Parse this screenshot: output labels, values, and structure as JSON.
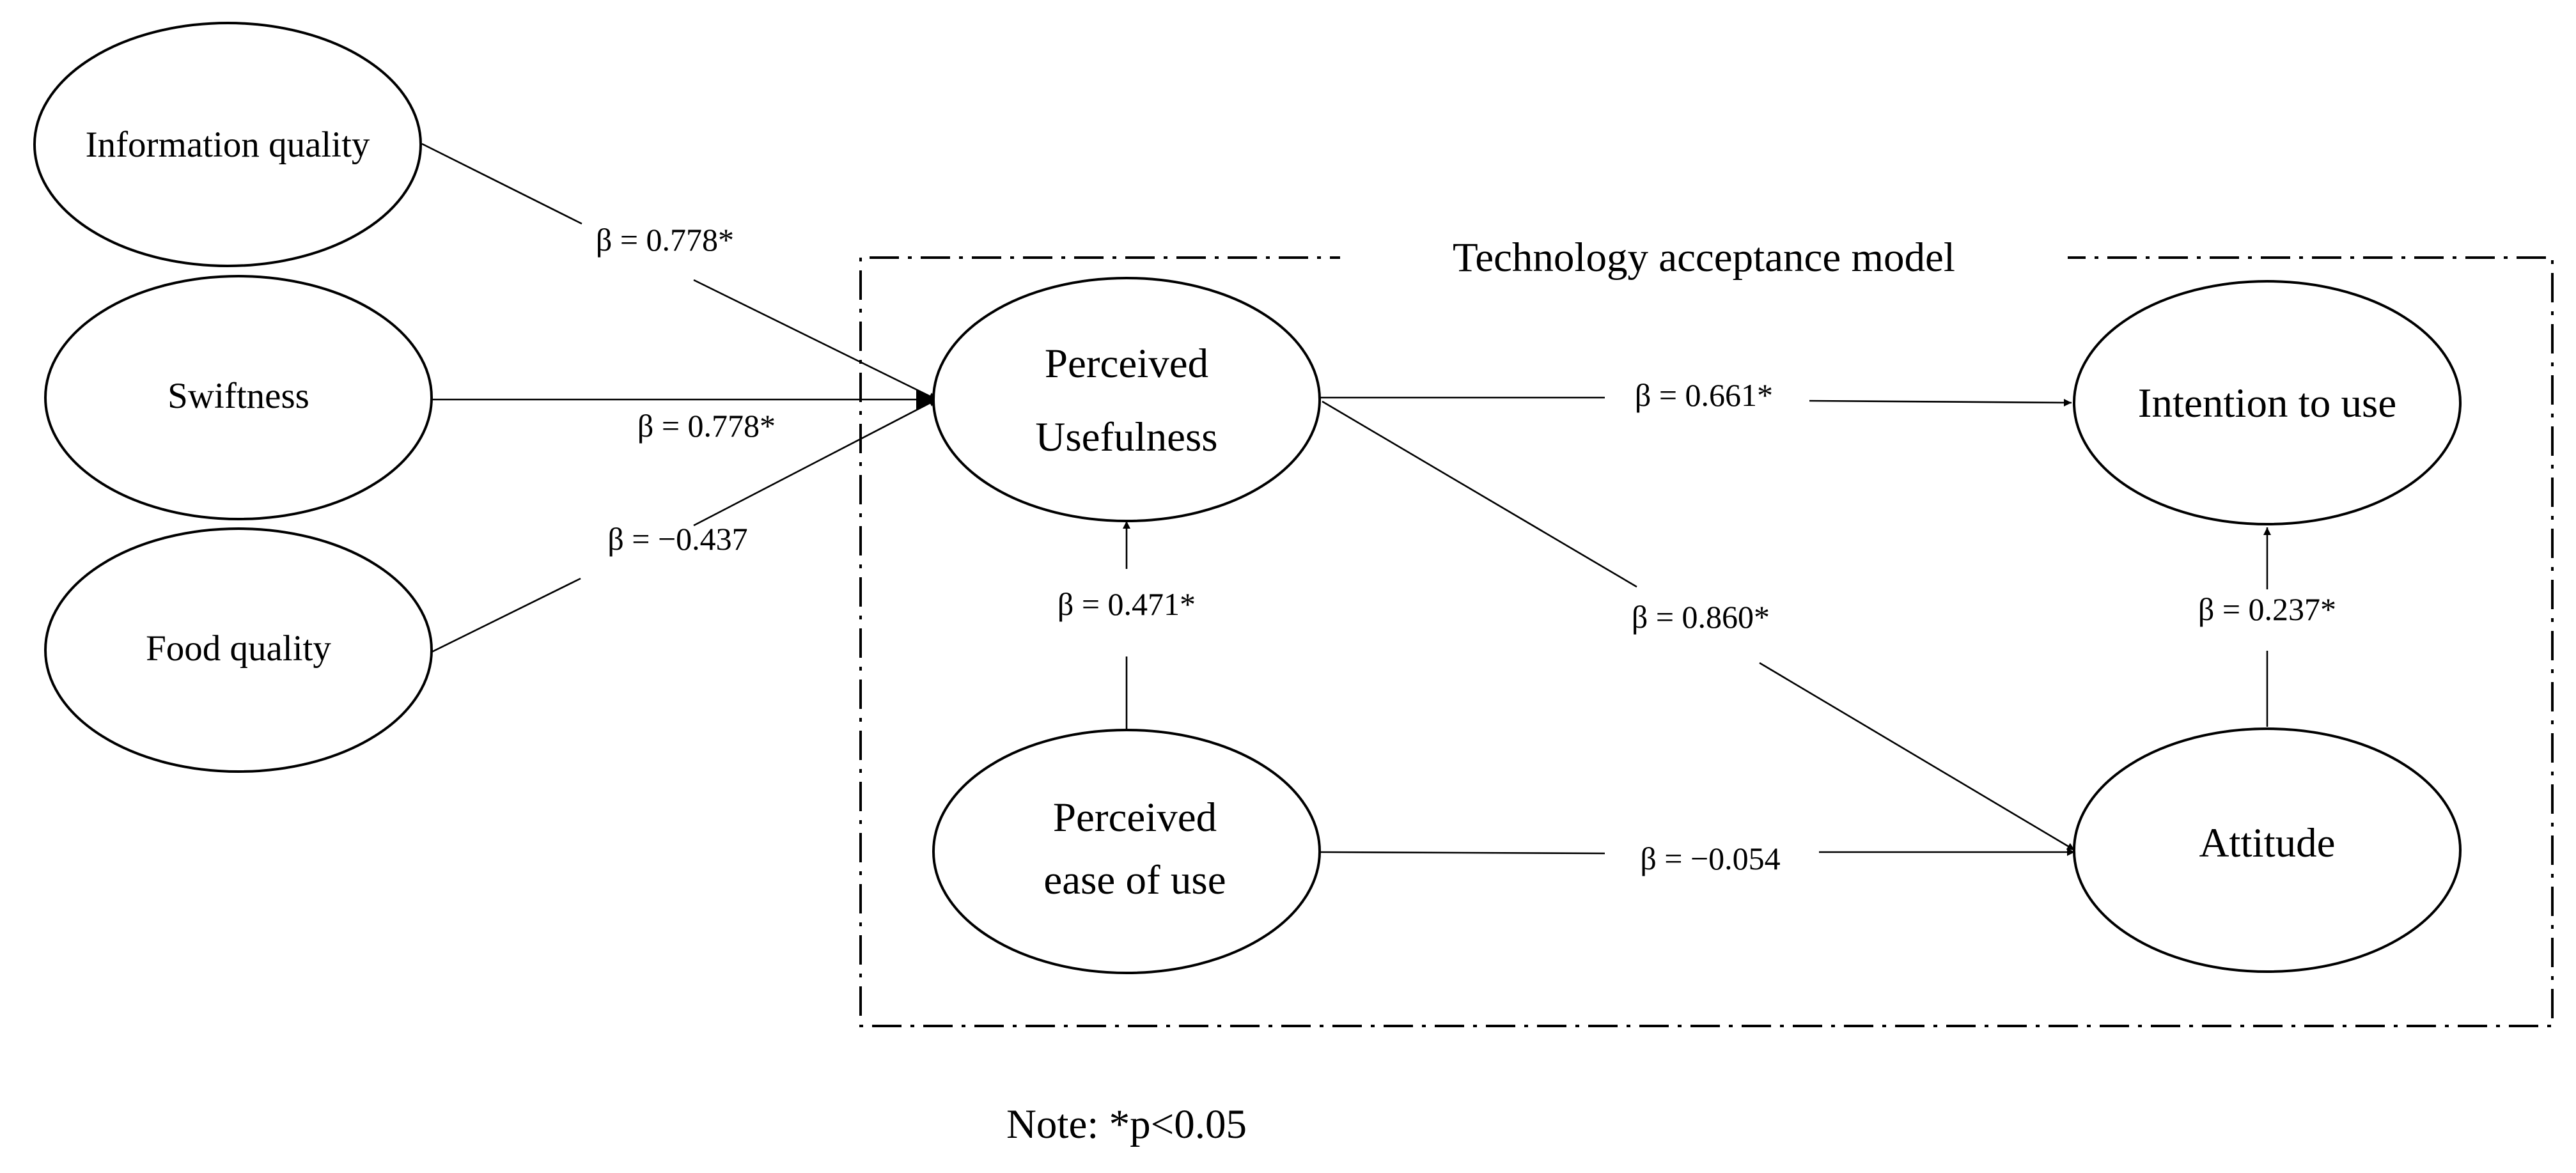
{
  "group": {
    "title": "Technology acceptance model"
  },
  "nodes": {
    "information_quality": {
      "lines": [
        "Information quality"
      ]
    },
    "swiftness": {
      "lines": [
        "Swiftness"
      ]
    },
    "food_quality": {
      "lines": [
        "Food quality"
      ]
    },
    "perceived_usefulness": {
      "lines": [
        "Perceived",
        "Usefulness"
      ]
    },
    "perceived_ease_of_use": {
      "lines": [
        "Perceived",
        "ease of use"
      ]
    },
    "intention_to_use": {
      "lines": [
        "Intention to use"
      ]
    },
    "attitude": {
      "lines": [
        "Attitude"
      ]
    }
  },
  "edges": {
    "iq_pu": {
      "from": "Information quality",
      "to": "Perceived Usefulness",
      "label": "β = 0.778*"
    },
    "sw_pu": {
      "from": "Swiftness",
      "to": "Perceived Usefulness",
      "label": "β = 0.778*"
    },
    "fq_pu": {
      "from": "Food quality",
      "to": "Perceived Usefulness",
      "label": "β = −0.437"
    },
    "peou_pu": {
      "from": "Perceived ease of use",
      "to": "Perceived Usefulness",
      "label": "β = 0.471*"
    },
    "pu_itu": {
      "from": "Perceived Usefulness",
      "to": "Intention to use",
      "label": "β = 0.661*"
    },
    "pu_att": {
      "from": "Perceived Usefulness",
      "to": "Attitude",
      "label": "β = 0.860*"
    },
    "peou_att": {
      "from": "Perceived ease of use",
      "to": "Attitude",
      "label": "β = −0.054"
    },
    "att_itu": {
      "from": "Attitude",
      "to": "Intention to use",
      "label": "β = 0.237*"
    }
  },
  "note": "Note: *p<0.05"
}
